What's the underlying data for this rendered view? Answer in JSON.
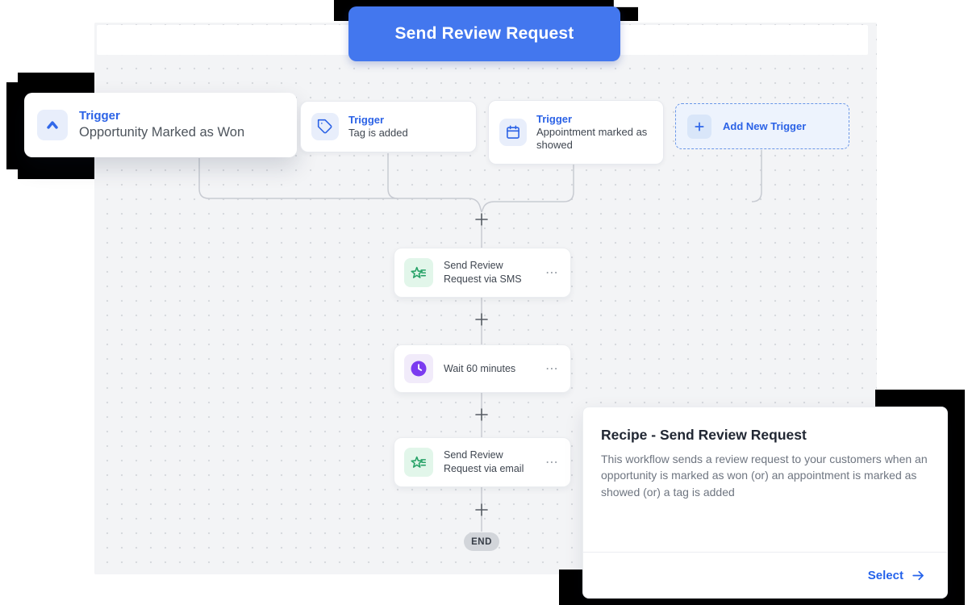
{
  "header": {
    "title": "Send Review Request"
  },
  "triggers": [
    {
      "label": "Trigger",
      "name": "Opportunity Marked as Won",
      "icon": "chevron-up-icon"
    },
    {
      "label": "Trigger",
      "name": "Tag is added",
      "icon": "tag-icon"
    },
    {
      "label": "Trigger",
      "name": "Appointment marked as showed",
      "icon": "calendar-icon"
    }
  ],
  "add_trigger": {
    "label": "Add New Trigger",
    "icon": "plus-icon"
  },
  "nodes": [
    {
      "title": "Send Review Request via SMS",
      "icon": "review-star-icon"
    },
    {
      "title": "Wait 60 minutes",
      "icon": "clock-icon"
    },
    {
      "title": "Send Review Request via email",
      "icon": "review-star-icon"
    }
  ],
  "node_menu": "⋯",
  "end_label": "END",
  "recipe": {
    "title": "Recipe - Send Review Request",
    "description": "This workflow sends a review request to your customers when an opportunity is marked as won (or) an appointment is marked as showed (or) a tag is added",
    "select_label": "Select"
  },
  "colors": {
    "accent_blue": "#4377ee",
    "trigger_blue": "#2b62e6",
    "green_icon": "#27a267",
    "purple_icon": "#7b3bf0",
    "connector_gray": "#c8cbd2",
    "canvas_bg": "#f3f4f6",
    "decor_black": "#000000"
  }
}
